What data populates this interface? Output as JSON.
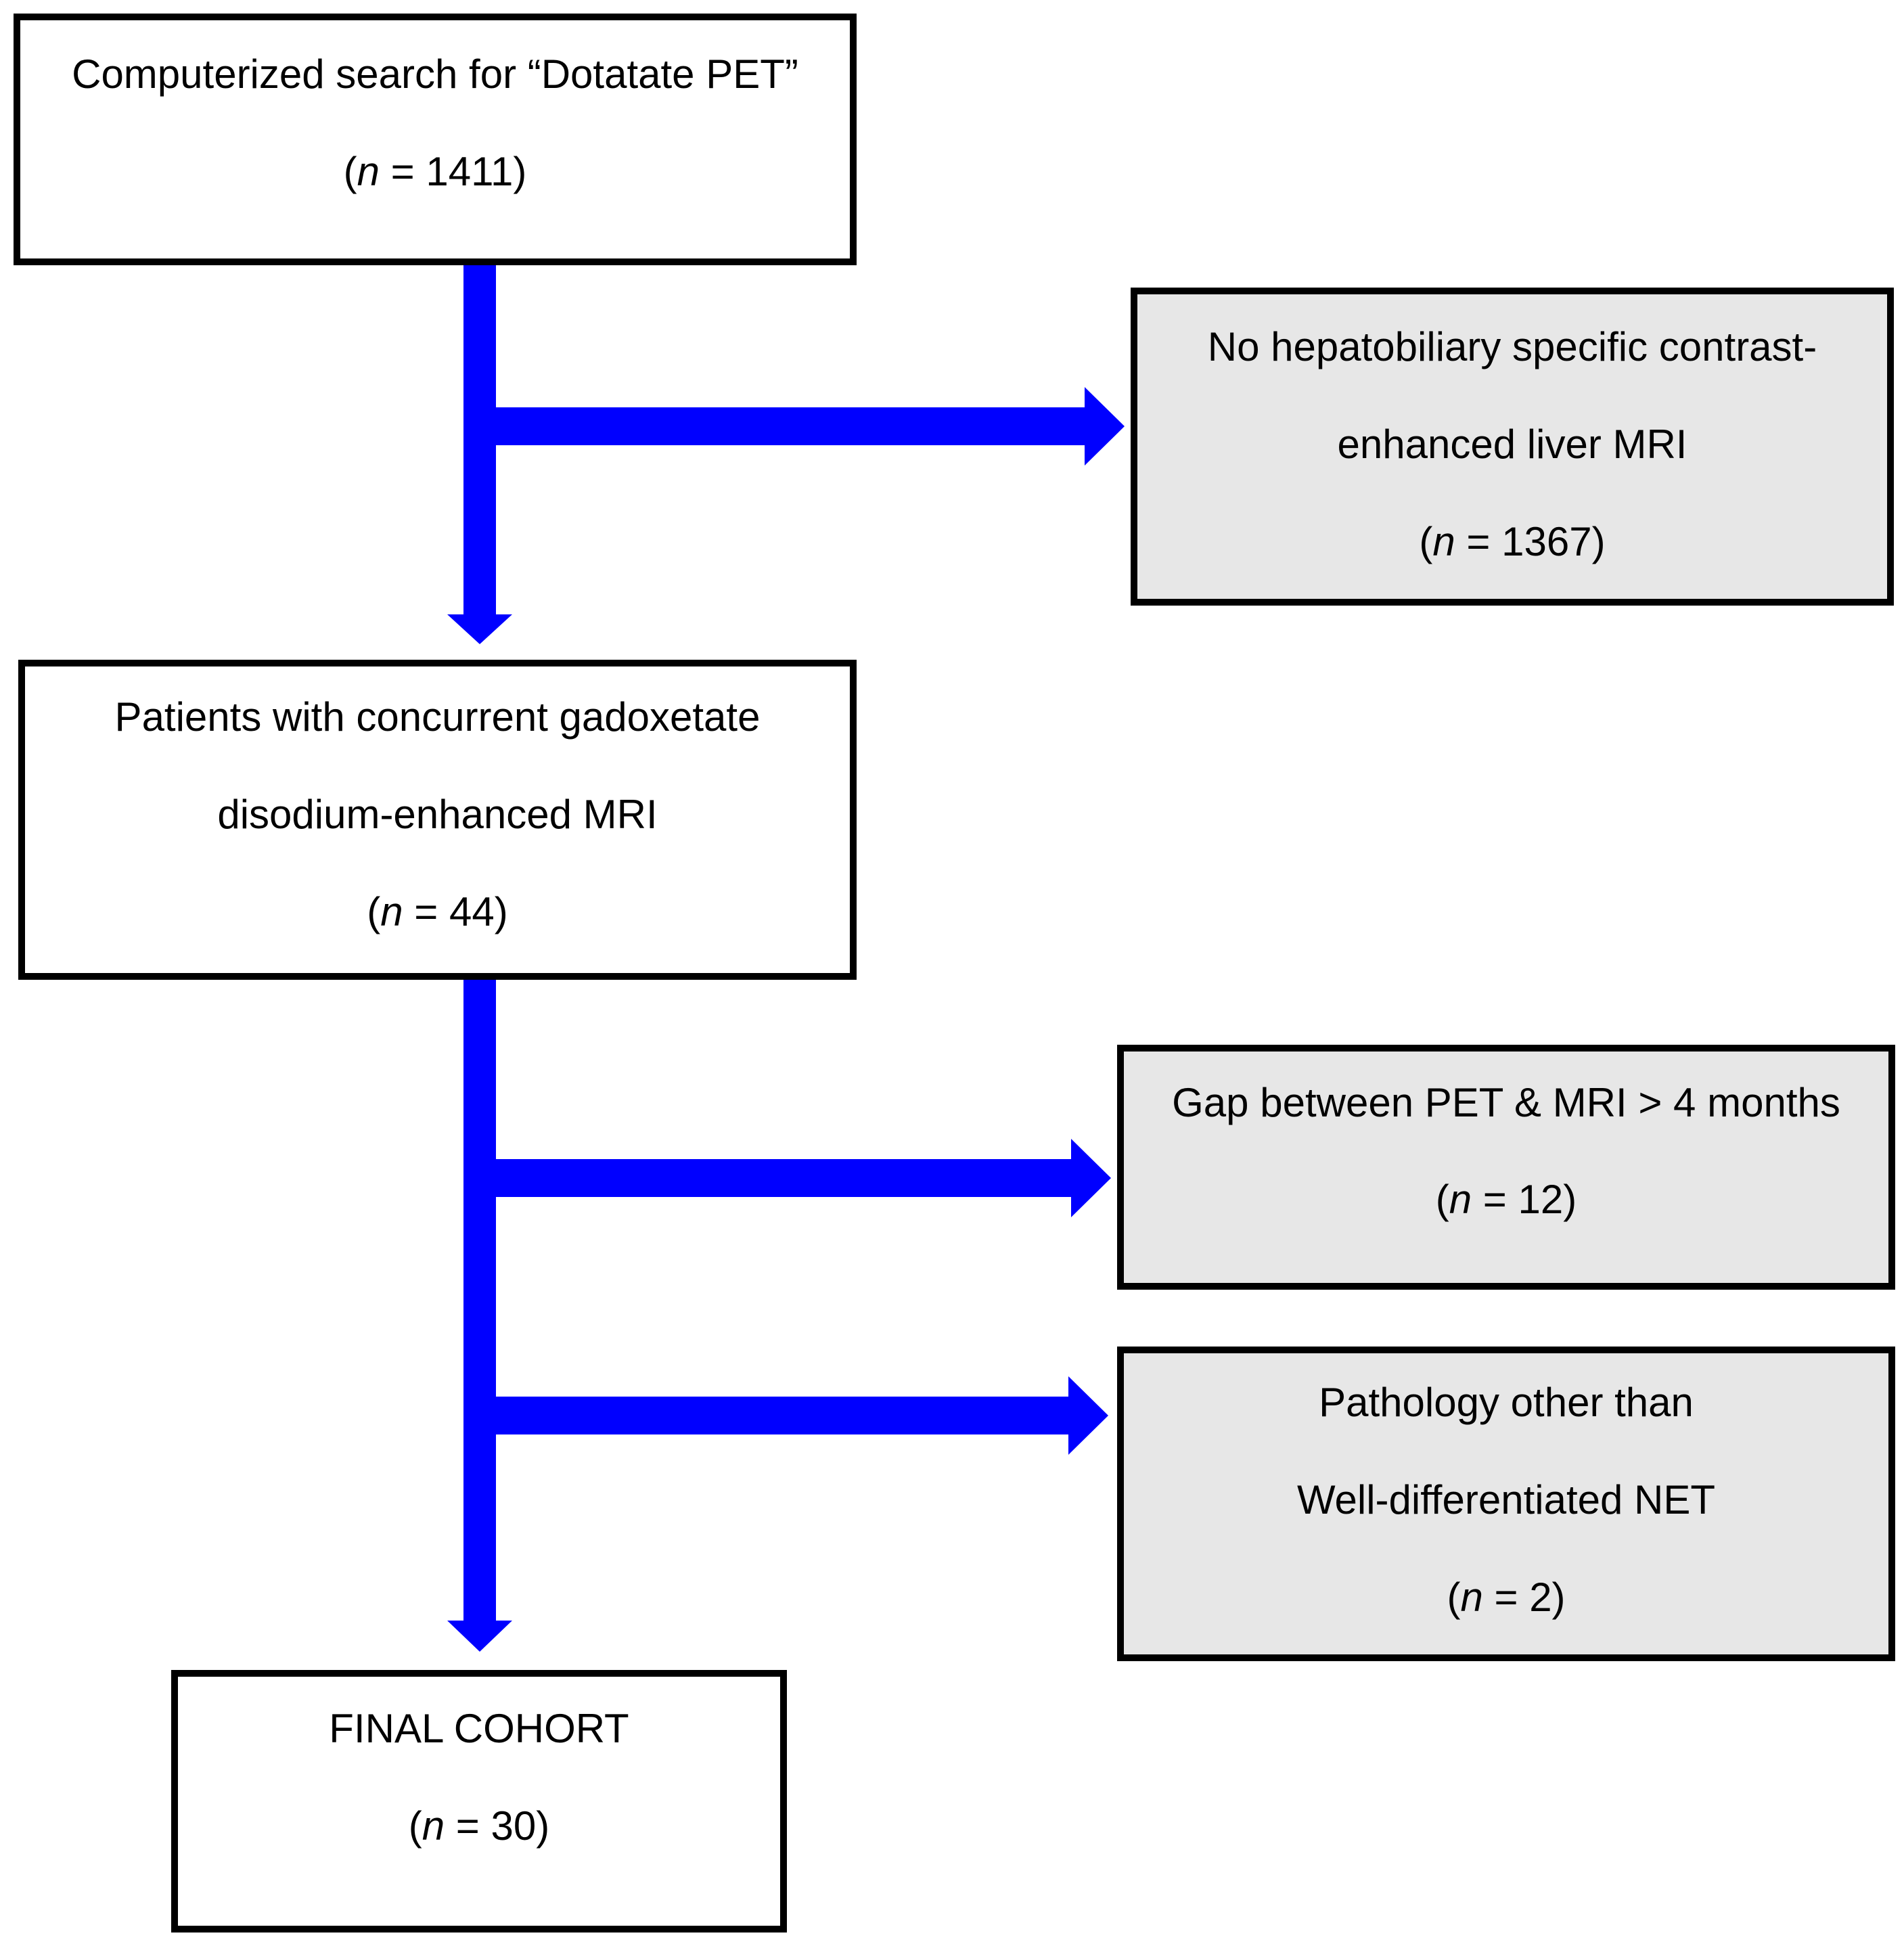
{
  "colors": {
    "arrow": "#0000ff",
    "box_border": "#000000",
    "included_box_fill": "#ffffff",
    "excluded_box_fill": "#e7e7e7"
  },
  "boxes": {
    "search": {
      "text": "Computerized search for “Dotatate PET”",
      "n_open": "(",
      "n_var": "n",
      "n_rest": " = 1411)"
    },
    "concurrent_mri": {
      "line1": "Patients with concurrent gadoxetate",
      "line2": "disodium-enhanced MRI",
      "n_open": "(",
      "n_var": "n",
      "n_rest": " = 44)"
    },
    "final": {
      "text": "FINAL COHORT",
      "n_open": "(",
      "n_var": "n",
      "n_rest": " = 30)"
    },
    "excl_no_mri": {
      "line1": "No hepatobiliary specific contrast-",
      "line2": "enhanced liver MRI",
      "n_open": "(",
      "n_var": "n",
      "n_rest": " = 1367)"
    },
    "excl_gap": {
      "text": "Gap between PET & MRI > 4 months",
      "n_open": "(",
      "n_var": "n",
      "n_rest": " = 12)"
    },
    "excl_pathology": {
      "line1": "Pathology other than",
      "line2": "Well-differentiated NET",
      "n_open": "(",
      "n_var": "n",
      "n_rest": " = 2)"
    }
  }
}
